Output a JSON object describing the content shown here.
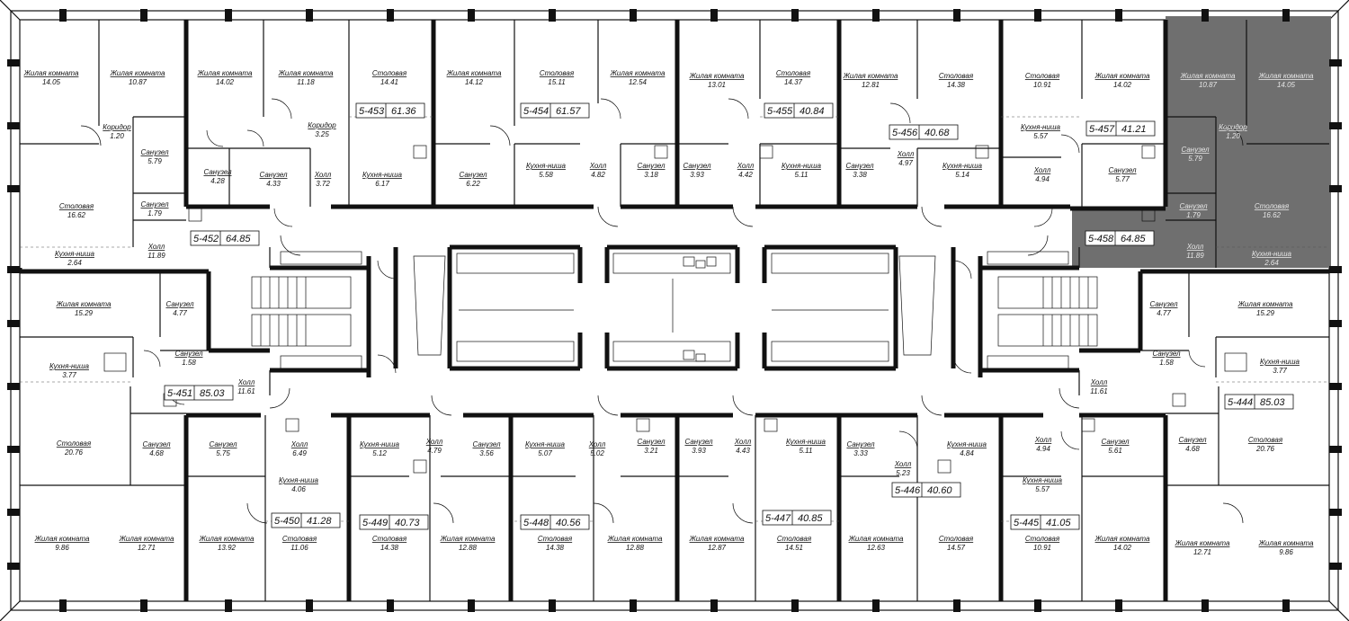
{
  "units": [
    {
      "id": "5-453",
      "area": "61.36",
      "selected": false
    },
    {
      "id": "5-454",
      "area": "61.57",
      "selected": false
    },
    {
      "id": "5-455",
      "area": "40.84",
      "selected": false
    },
    {
      "id": "5-456",
      "area": "40.68",
      "selected": false
    },
    {
      "id": "5-457",
      "area": "41.21",
      "selected": false
    },
    {
      "id": "5-452",
      "area": "64.85",
      "selected": false
    },
    {
      "id": "5-458",
      "area": "64.85",
      "selected": true
    },
    {
      "id": "5-451",
      "area": "85.03",
      "selected": false
    },
    {
      "id": "5-444",
      "area": "85.03",
      "selected": false
    },
    {
      "id": "5-450",
      "area": "41.28",
      "selected": false
    },
    {
      "id": "5-449",
      "area": "40.73",
      "selected": false
    },
    {
      "id": "5-448",
      "area": "40.56",
      "selected": false
    },
    {
      "id": "5-447",
      "area": "40.85",
      "selected": false
    },
    {
      "id": "5-446",
      "area": "40.60",
      "selected": false
    },
    {
      "id": "5-445",
      "area": "41.05",
      "selected": false
    }
  ],
  "rooms": [
    {
      "name": "Жилая комната",
      "area": "14.05"
    },
    {
      "name": "Жилая комната",
      "area": "10.87"
    },
    {
      "name": "Жилая комната",
      "area": "14.02"
    },
    {
      "name": "Жилая комната",
      "area": "11.18"
    },
    {
      "name": "Столовая",
      "area": "14.41"
    },
    {
      "name": "Жилая комната",
      "area": "14.12"
    },
    {
      "name": "Столовая",
      "area": "15.11"
    },
    {
      "name": "Жилая комната",
      "area": "12.54"
    },
    {
      "name": "Жилая комната",
      "area": "13.01"
    },
    {
      "name": "Столовая",
      "area": "14.37"
    },
    {
      "name": "Жилая комната",
      "area": "12.81"
    },
    {
      "name": "Столовая",
      "area": "14.38"
    },
    {
      "name": "Столовая",
      "area": "10.91"
    },
    {
      "name": "Жилая комната",
      "area": "14.02"
    },
    {
      "name": "Жилая комната",
      "area": "10.87"
    },
    {
      "name": "Жилая комната",
      "area": "14.05"
    },
    {
      "name": "Коридор",
      "area": "1.20"
    },
    {
      "name": "Санузел",
      "area": "5.79"
    },
    {
      "name": "Коридор",
      "area": "3.25"
    },
    {
      "name": "Кухня-ниша",
      "area": "5.57"
    },
    {
      "name": "Санузел",
      "area": "5.79"
    },
    {
      "name": "Коридор",
      "area": "1.20"
    },
    {
      "name": "Санузел",
      "area": "4.28"
    },
    {
      "name": "Санузел",
      "area": "4.33"
    },
    {
      "name": "Холл",
      "area": "3.72"
    },
    {
      "name": "Кухня-ниша",
      "area": "6.17"
    },
    {
      "name": "Санузел",
      "area": "6.22"
    },
    {
      "name": "Кухня-ниша",
      "area": "5.58"
    },
    {
      "name": "Холл",
      "area": "4.82"
    },
    {
      "name": "Санузел",
      "area": "3.18"
    },
    {
      "name": "Санузел",
      "area": "3.93"
    },
    {
      "name": "Холл",
      "area": "4.42"
    },
    {
      "name": "Кухня-ниша",
      "area": "5.11"
    },
    {
      "name": "Санузел",
      "area": "3.38"
    },
    {
      "name": "Холл",
      "area": "4.97"
    },
    {
      "name": "Кухня-ниша",
      "area": "5.14"
    },
    {
      "name": "Холл",
      "area": "4.94"
    },
    {
      "name": "Санузел",
      "area": "5.77"
    },
    {
      "name": "Столовая",
      "area": "16.62"
    },
    {
      "name": "Санузел",
      "area": "1.79"
    },
    {
      "name": "Санузел",
      "area": "1.79"
    },
    {
      "name": "Столовая",
      "area": "16.62"
    },
    {
      "name": "Холл",
      "area": "11.89"
    },
    {
      "name": "Холл",
      "area": "11.89"
    },
    {
      "name": "Кухня-ниша",
      "area": "2.64"
    },
    {
      "name": "Кухня-ниша",
      "area": "2.64"
    },
    {
      "name": "Жилая комната",
      "area": "15.29"
    },
    {
      "name": "Санузел",
      "area": "4.77"
    },
    {
      "name": "Санузел",
      "area": "4.77"
    },
    {
      "name": "Жилая комната",
      "area": "15.29"
    },
    {
      "name": "Санузел",
      "area": "1.58"
    },
    {
      "name": "Санузел",
      "area": "1.58"
    },
    {
      "name": "Кухня-ниша",
      "area": "3.77"
    },
    {
      "name": "Кухня-ниша",
      "area": "3.77"
    },
    {
      "name": "Холл",
      "area": "11.61"
    },
    {
      "name": "Холл",
      "area": "11.61"
    },
    {
      "name": "Столовая",
      "area": "20.76"
    },
    {
      "name": "Санузел",
      "area": "4.68"
    },
    {
      "name": "Санузел",
      "area": "5.75"
    },
    {
      "name": "Холл",
      "area": "6.49"
    },
    {
      "name": "Кухня-ниша",
      "area": "5.12"
    },
    {
      "name": "Холл",
      "area": "4.79"
    },
    {
      "name": "Санузел",
      "area": "3.56"
    },
    {
      "name": "Кухня-ниша",
      "area": "5.07"
    },
    {
      "name": "Холл",
      "area": "5.02"
    },
    {
      "name": "Санузел",
      "area": "3.21"
    },
    {
      "name": "Санузел",
      "area": "3.93"
    },
    {
      "name": "Холл",
      "area": "4.43"
    },
    {
      "name": "Кухня-ниша",
      "area": "5.11"
    },
    {
      "name": "Санузел",
      "area": "3.33"
    },
    {
      "name": "Кухня-ниша",
      "area": "4.84"
    },
    {
      "name": "Холл",
      "area": "4.94"
    },
    {
      "name": "Санузел",
      "area": "5.61"
    },
    {
      "name": "Санузел",
      "area": "4.68"
    },
    {
      "name": "Столовая",
      "area": "20.76"
    },
    {
      "name": "Кухня-ниша",
      "area": "4.06"
    },
    {
      "name": "Холл",
      "area": "5.23"
    },
    {
      "name": "Кухня-ниша",
      "area": "5.57"
    },
    {
      "name": "Жилая комната",
      "area": "9.86"
    },
    {
      "name": "Жилая комната",
      "area": "12.71"
    },
    {
      "name": "Жилая комната",
      "area": "13.92"
    },
    {
      "name": "Столовая",
      "area": "11.06"
    },
    {
      "name": "Столовая",
      "area": "14.38"
    },
    {
      "name": "Жилая комната",
      "area": "12.88"
    },
    {
      "name": "Столовая",
      "area": "14.38"
    },
    {
      "name": "Жилая комната",
      "area": "12.88"
    },
    {
      "name": "Жилая комната",
      "area": "12.87"
    },
    {
      "name": "Столовая",
      "area": "14.51"
    },
    {
      "name": "Жилая комната",
      "area": "12.63"
    },
    {
      "name": "Столовая",
      "area": "14.57"
    },
    {
      "name": "Столовая",
      "area": "10.91"
    },
    {
      "name": "Жилая комната",
      "area": "14.02"
    },
    {
      "name": "Жилая комната",
      "area": "12.71"
    },
    {
      "name": "Жилая комната",
      "area": "9.86"
    }
  ],
  "colors": {
    "selected_unit": "#6f6f6f",
    "wall": "#111111",
    "background": "#ffffff"
  }
}
